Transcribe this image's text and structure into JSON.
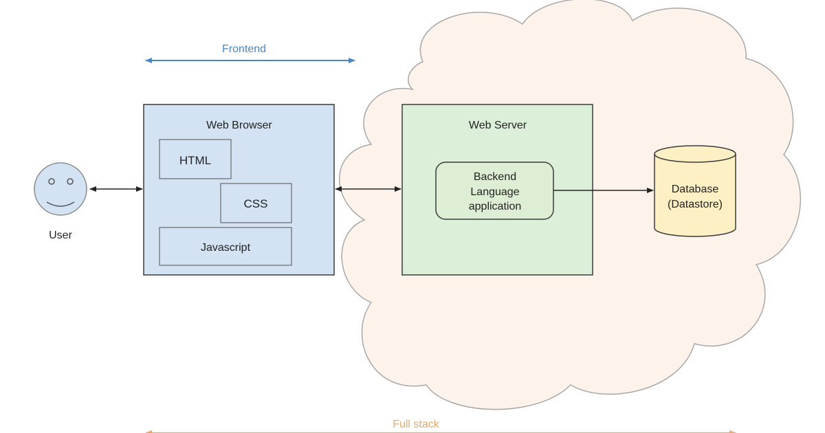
{
  "labels": {
    "frontend": "Frontend",
    "full_stack": "Full stack",
    "user": "User",
    "web_browser": "Web Browser",
    "html": "HTML",
    "css": "CSS",
    "javascript": "Javascript",
    "web_server": "Web Server",
    "backend_line1": "Backend",
    "backend_line2": "Language",
    "backend_line3": "application",
    "database_line1": "Database",
    "database_line2": "(Datastore)"
  },
  "colors": {
    "frontend_arrow": "#4a86c8",
    "full_stack_arrow": "#e6a96b",
    "cloud_fill": "#fdf3ea",
    "cloud_stroke": "#a8a8a8",
    "browser_fill": "#d3e3f3",
    "server_fill": "#dcefd9",
    "backend_fill": "#ddeed4",
    "database_fill": "#fdf0c4",
    "user_fill": "#d3e3f3",
    "box_stroke": "#3a3a3a"
  },
  "icons": {
    "user": "smiley-face-icon",
    "database": "cylinder-database-icon"
  }
}
